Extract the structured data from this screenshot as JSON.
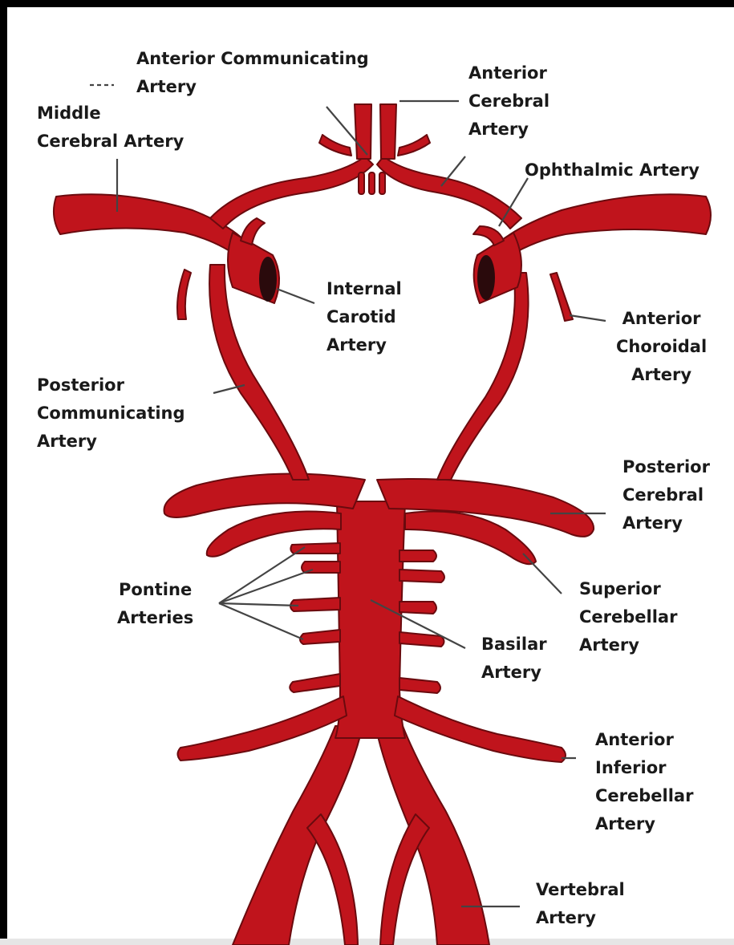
{
  "colors": {
    "artery": "#c0141c",
    "artery_outline": "#6a0a0e",
    "lumen": "#2a0a0c",
    "leader": "#444444",
    "frame": "#000000"
  },
  "labels": {
    "anterior_communicating": [
      "Anterior Communicating",
      "Artery"
    ],
    "middle_cerebral": [
      "Middle",
      "Cerebral Artery"
    ],
    "anterior_cerebral": [
      "Anterior",
      "Cerebral",
      "Artery"
    ],
    "ophthalmic": [
      "Ophthalmic Artery"
    ],
    "internal_carotid": [
      "Internal",
      "Carotid",
      "Artery"
    ],
    "anterior_choroidal": [
      "Anterior",
      "Choroidal",
      "Artery"
    ],
    "posterior_communicating": [
      "Posterior",
      "Communicating",
      "Artery"
    ],
    "posterior_cerebral": [
      "Posterior",
      "Cerebral",
      "Artery"
    ],
    "pontine": [
      "Pontine",
      "Arteries"
    ],
    "superior_cerebellar": [
      "Superior",
      "Cerebellar",
      "Artery"
    ],
    "basilar": [
      "Basilar",
      "Artery"
    ],
    "anterior_inferior_cerebellar": [
      "Anterior",
      "Inferior",
      "Cerebellar",
      "Artery"
    ],
    "vertebral": [
      "Vertebral",
      "Artery"
    ]
  }
}
